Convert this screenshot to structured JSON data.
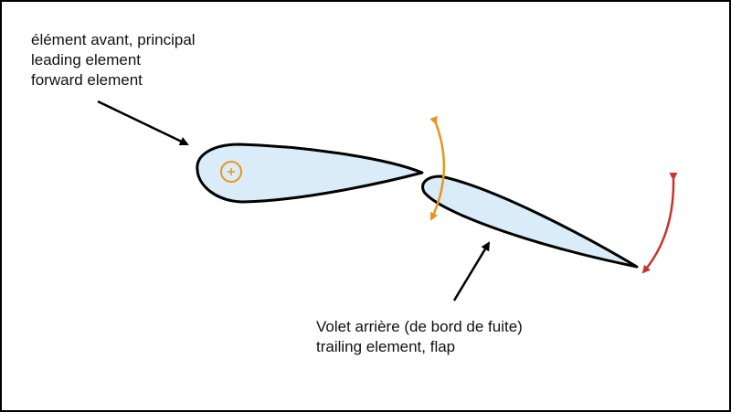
{
  "leading_label": {
    "line1": "élément avant, principal",
    "line2": "leading element",
    "line3": "forward element"
  },
  "trailing_label": {
    "line1": "Volet arrière (de bord de fuite)",
    "line2": "trailing element, flap"
  },
  "colors": {
    "airfoil_fill": "#d9ecf7",
    "outline": "#000000",
    "pivot_orange": "#e8951f",
    "rotation_red": "#c8342c"
  },
  "icons": [
    "pivot-point-icon",
    "flap-rotation-arrow-icon",
    "trailing-edge-rotation-arrow-icon"
  ]
}
